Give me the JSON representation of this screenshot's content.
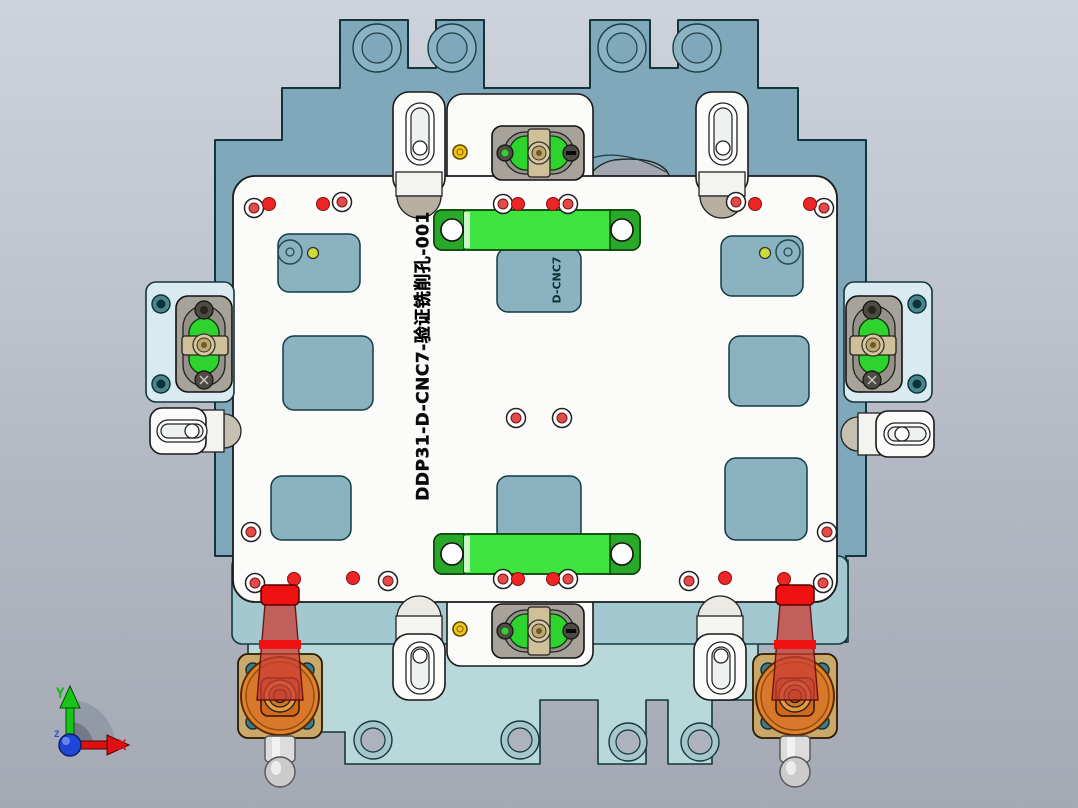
{
  "viewport": {
    "description": "CAD 3D viewport showing a CNC milling fixture assembly, top view",
    "background_top": "#ced2db",
    "background_bottom": "#a5a9b4"
  },
  "part": {
    "label": "DDP31-D-CNC7-验证铣削孔-001",
    "engraved_label_partial": "D-CNC7"
  },
  "triad": {
    "x_label": "X",
    "y_label": "Y",
    "z_label": "Z"
  },
  "colors": {
    "base_plate": "#7fa9ba",
    "apron_plate": "#a3c8cf",
    "sub_plate": "#b8d8da",
    "pallet_white": "#fbfbfa",
    "wing_plate": "#d9ebf0",
    "clamp_bar_green": "#3fe43f",
    "clamp_bar_end_green": "#2aa82a",
    "locator_green": "#2ed32e",
    "pad_gray": "#a7a39b",
    "clamp_tan": "#cfc09a",
    "toggle_lever_red": "#ee1212",
    "toggle_body_orange": "#e0812e",
    "flange_tan": "#c9a86a",
    "dot_red": "#e24b4b",
    "bolt_yellow": "#f5c518",
    "axis_x_red": "#e01010",
    "axis_y_green": "#17c517",
    "origin_blue": "#1f46d6"
  }
}
